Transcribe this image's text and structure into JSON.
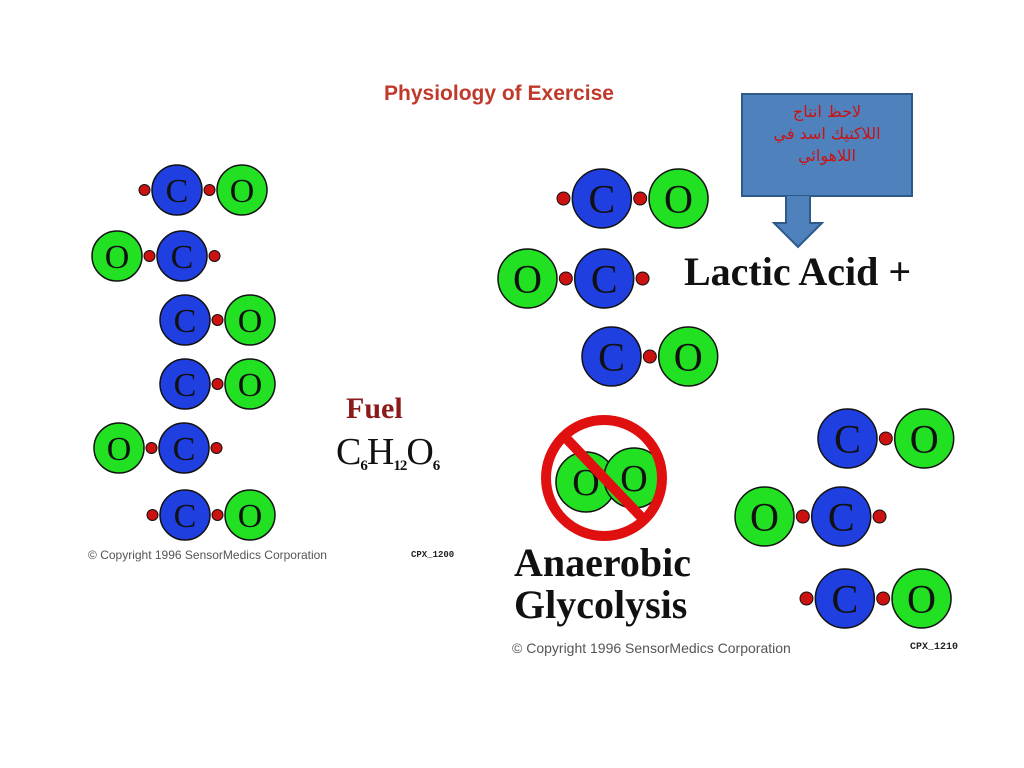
{
  "title": "Physiology of Exercise",
  "atoms": {
    "carbon": "C",
    "oxygen": "O",
    "hydrogen": "H"
  },
  "colors": {
    "carbon": "#1f3fe0",
    "oxygen": "#22e022",
    "hydrogen": "#cc1111",
    "title": "#c0392b",
    "callout_bg": "#4f81bd",
    "callout_text": "#cc1111"
  },
  "left_panel": {
    "fuel_label": "Fuel",
    "formula": {
      "c": "C",
      "c_sub": "6",
      "h": "H",
      "h_sub": "12",
      "o": "O",
      "o_sub": "6"
    },
    "copyright": "Copyright 1996 SensorMedics Corporation",
    "code": "CPX_1200"
  },
  "right_panel": {
    "lactic_acid": "Lactic Acid +",
    "anaerobic_line1": "Anaerobic",
    "anaerobic_line2": "Glycolysis",
    "copyright": "Copyright 1996 SensorMedics Corporation",
    "code": "CPX_1210"
  },
  "callout": {
    "line1": "لاحظ انتاج",
    "line2": "اللاكتيك اسد في",
    "line3": "اللاهوائي"
  }
}
